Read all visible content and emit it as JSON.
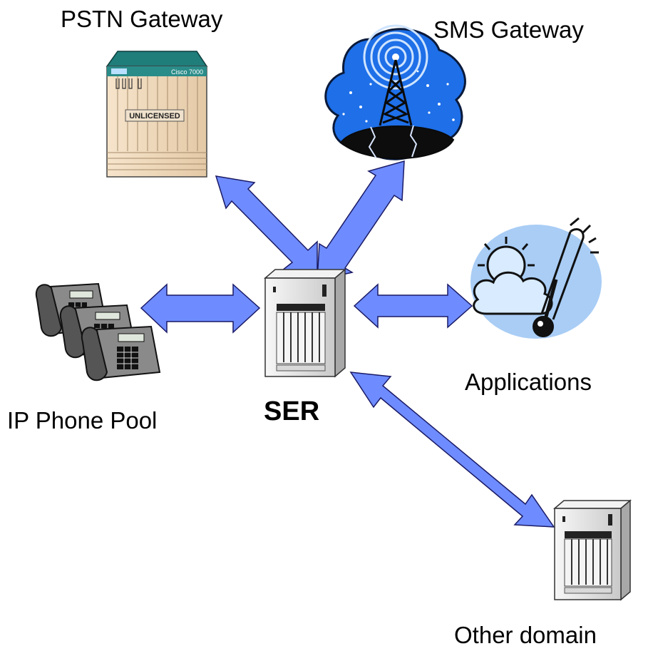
{
  "labels": {
    "pstn": "PSTN Gateway",
    "sms": "SMS Gateway",
    "phones": "IP Phone Pool",
    "ser": "SER",
    "apps": "Applications",
    "other": "Other domain"
  },
  "device_text": {
    "router_brand": "Cisco 7000",
    "router_sticker": "UNLICENSED"
  },
  "colors": {
    "arrow_fill": "#6e8cff",
    "arrow_stroke": "#1a1a66",
    "server_body": "#e6e6e6",
    "router_body": "#f2dcc0",
    "sky": "#1e6fe8",
    "cloud_bg": "#a9cdf5"
  },
  "icons": [
    "router-icon",
    "radio-tower-icon",
    "server-icon",
    "ip-phone-icon",
    "weather-icon"
  ]
}
